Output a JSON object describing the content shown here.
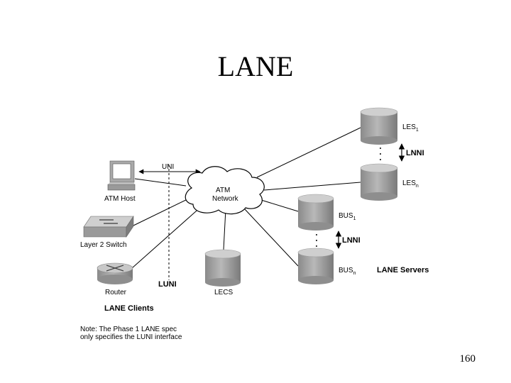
{
  "title": "LANE",
  "page_number": "160",
  "labels": {
    "les1": "LES",
    "les1_sub": "1",
    "lesn": "LES",
    "lesn_sub": "n",
    "bus1": "BUS",
    "bus1_sub": "1",
    "busn": "BUS",
    "busn_sub": "n",
    "lnni_top": "LNNI",
    "lnni_mid": "LNNI",
    "uni": "UNI",
    "luni": "LUNI",
    "atm_host": "ATM Host",
    "layer2_switch": "Layer 2 Switch",
    "router": "Router",
    "lecs": "LECS",
    "atm_network_line1": "ATM",
    "atm_network_line2": "Network",
    "lane_servers": "LANE Servers",
    "lane_clients": "LANE Clients",
    "note_line1": "Note: The Phase 1 LANE spec",
    "note_line2": "only specifies the LUNI interface"
  }
}
